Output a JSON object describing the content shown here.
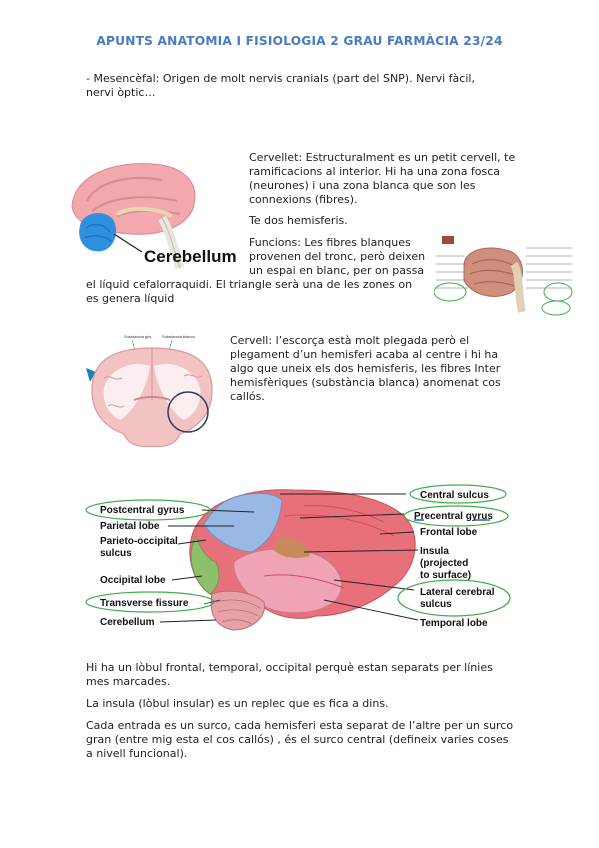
{
  "title": "APUNTS ANATOMIA I FISIOLOGIA 2 GRAU FARMÀCIA 23/24",
  "intro": "- Mesencèfal: Origen de molt nervis cranials (part del SNP). Nervi fàcil, nervi òptic…",
  "cerebellum_section": {
    "figure_label": "Cerebellum",
    "p1": "Cervellet: Estructuralment es un petit cervell, te ramificacions al interior. Hi ha una zona fosca  (neurones) i una zona blanca que son les connexions (fibres).",
    "p2": "Te dos hemisferis.",
    "p3a": "Funcions: Les fibres blanques provenen del tronc, però deixen un espai en blanc, per on passa",
    "p3b": "el líquid cefalorraquidi. El triangle serà una de les zones on es genera líquid"
  },
  "cerebrum_section": {
    "figure_labels": [
      "Substancia gris",
      "Substancia blanca"
    ],
    "p1": "Cervell: l’escorça està molt plegada però el plegament d’un hemisferi acaba al centre i hi ha algo que uneix els dos hemisferis, les fibres Inter hemisfèriques (substància blanca) anomenat cos callós."
  },
  "lobes_figure": {
    "left_labels": [
      "Postcentral gyrus",
      "Parietal lobe",
      "Parieto-occipital",
      "sulcus",
      "Occipital lobe",
      "Transverse fissure",
      "Cerebellum"
    ],
    "right_labels": [
      "Central sulcus",
      "Precentral gyrus",
      "Frontal lobe",
      "Insula",
      "(projected",
      "to surface)",
      "Lateral cerebral",
      "sulcus",
      "Temporal lobe"
    ],
    "colors": {
      "frontal": "#e8707a",
      "parietal": "#9ab8e6",
      "occipital": "#8fbf6a",
      "temporal": "#f0a3b3",
      "insula": "#c78a5a",
      "cerebellum": "#e8a0a8",
      "circle": "#3fae49"
    }
  },
  "closing": {
    "p1": "Hi ha un lòbul frontal, temporal, occipital perquè estan separats per línies mes marcades.",
    "p2": "La insula (lòbul insular) es un replec que es fica a dins.",
    "p3": "Cada entrada es un surco, cada hemisferi esta separat de l’altre per un surco gran (entre mig esta el cos callós) , és el surco central (defineix varies coses a nivell funcional)."
  }
}
